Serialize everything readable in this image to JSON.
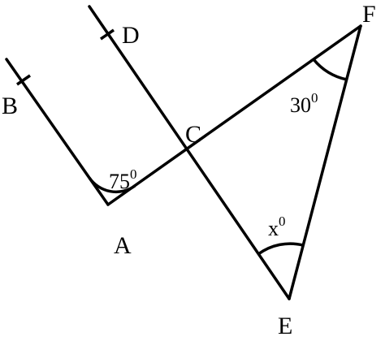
{
  "points": {
    "A": "A",
    "B": "B",
    "C": "C",
    "D": "D",
    "E": "E",
    "F": "F"
  },
  "angles": {
    "at_A": {
      "value": "75",
      "degree": "0"
    },
    "at_F": {
      "value": "30",
      "degree": "0"
    },
    "at_E": {
      "value": "x",
      "degree": "0"
    }
  },
  "colors": {
    "ink": "#000000",
    "background": "#ffffff"
  }
}
